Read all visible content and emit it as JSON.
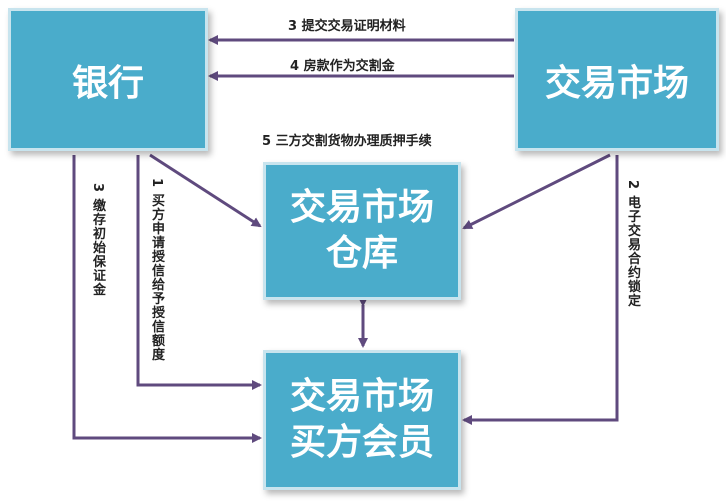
{
  "nodes": {
    "bank": {
      "lines": [
        "银行"
      ]
    },
    "market": {
      "lines": [
        "交易市场"
      ]
    },
    "warehouse": {
      "lines": [
        "交易市场",
        "仓库"
      ]
    },
    "member": {
      "lines": [
        "交易市场",
        "买方会员"
      ]
    }
  },
  "edges": {
    "step3_submit": "3 提交交易证明材料",
    "step4_payment": "4 房款作为交割金",
    "step5_pledge": "5 三方交割货物办理质押手续",
    "step3_deposit": "3 缴存初始保证金",
    "step1_credit": "1 买方申请授信给予授信额度",
    "step2_lock": "2 电子交易合约锁定"
  },
  "colors": {
    "box_fill": "#4aaccb",
    "box_border": "#c8e4ee",
    "arrow": "#5f4a7e",
    "text": "#ffffff"
  }
}
